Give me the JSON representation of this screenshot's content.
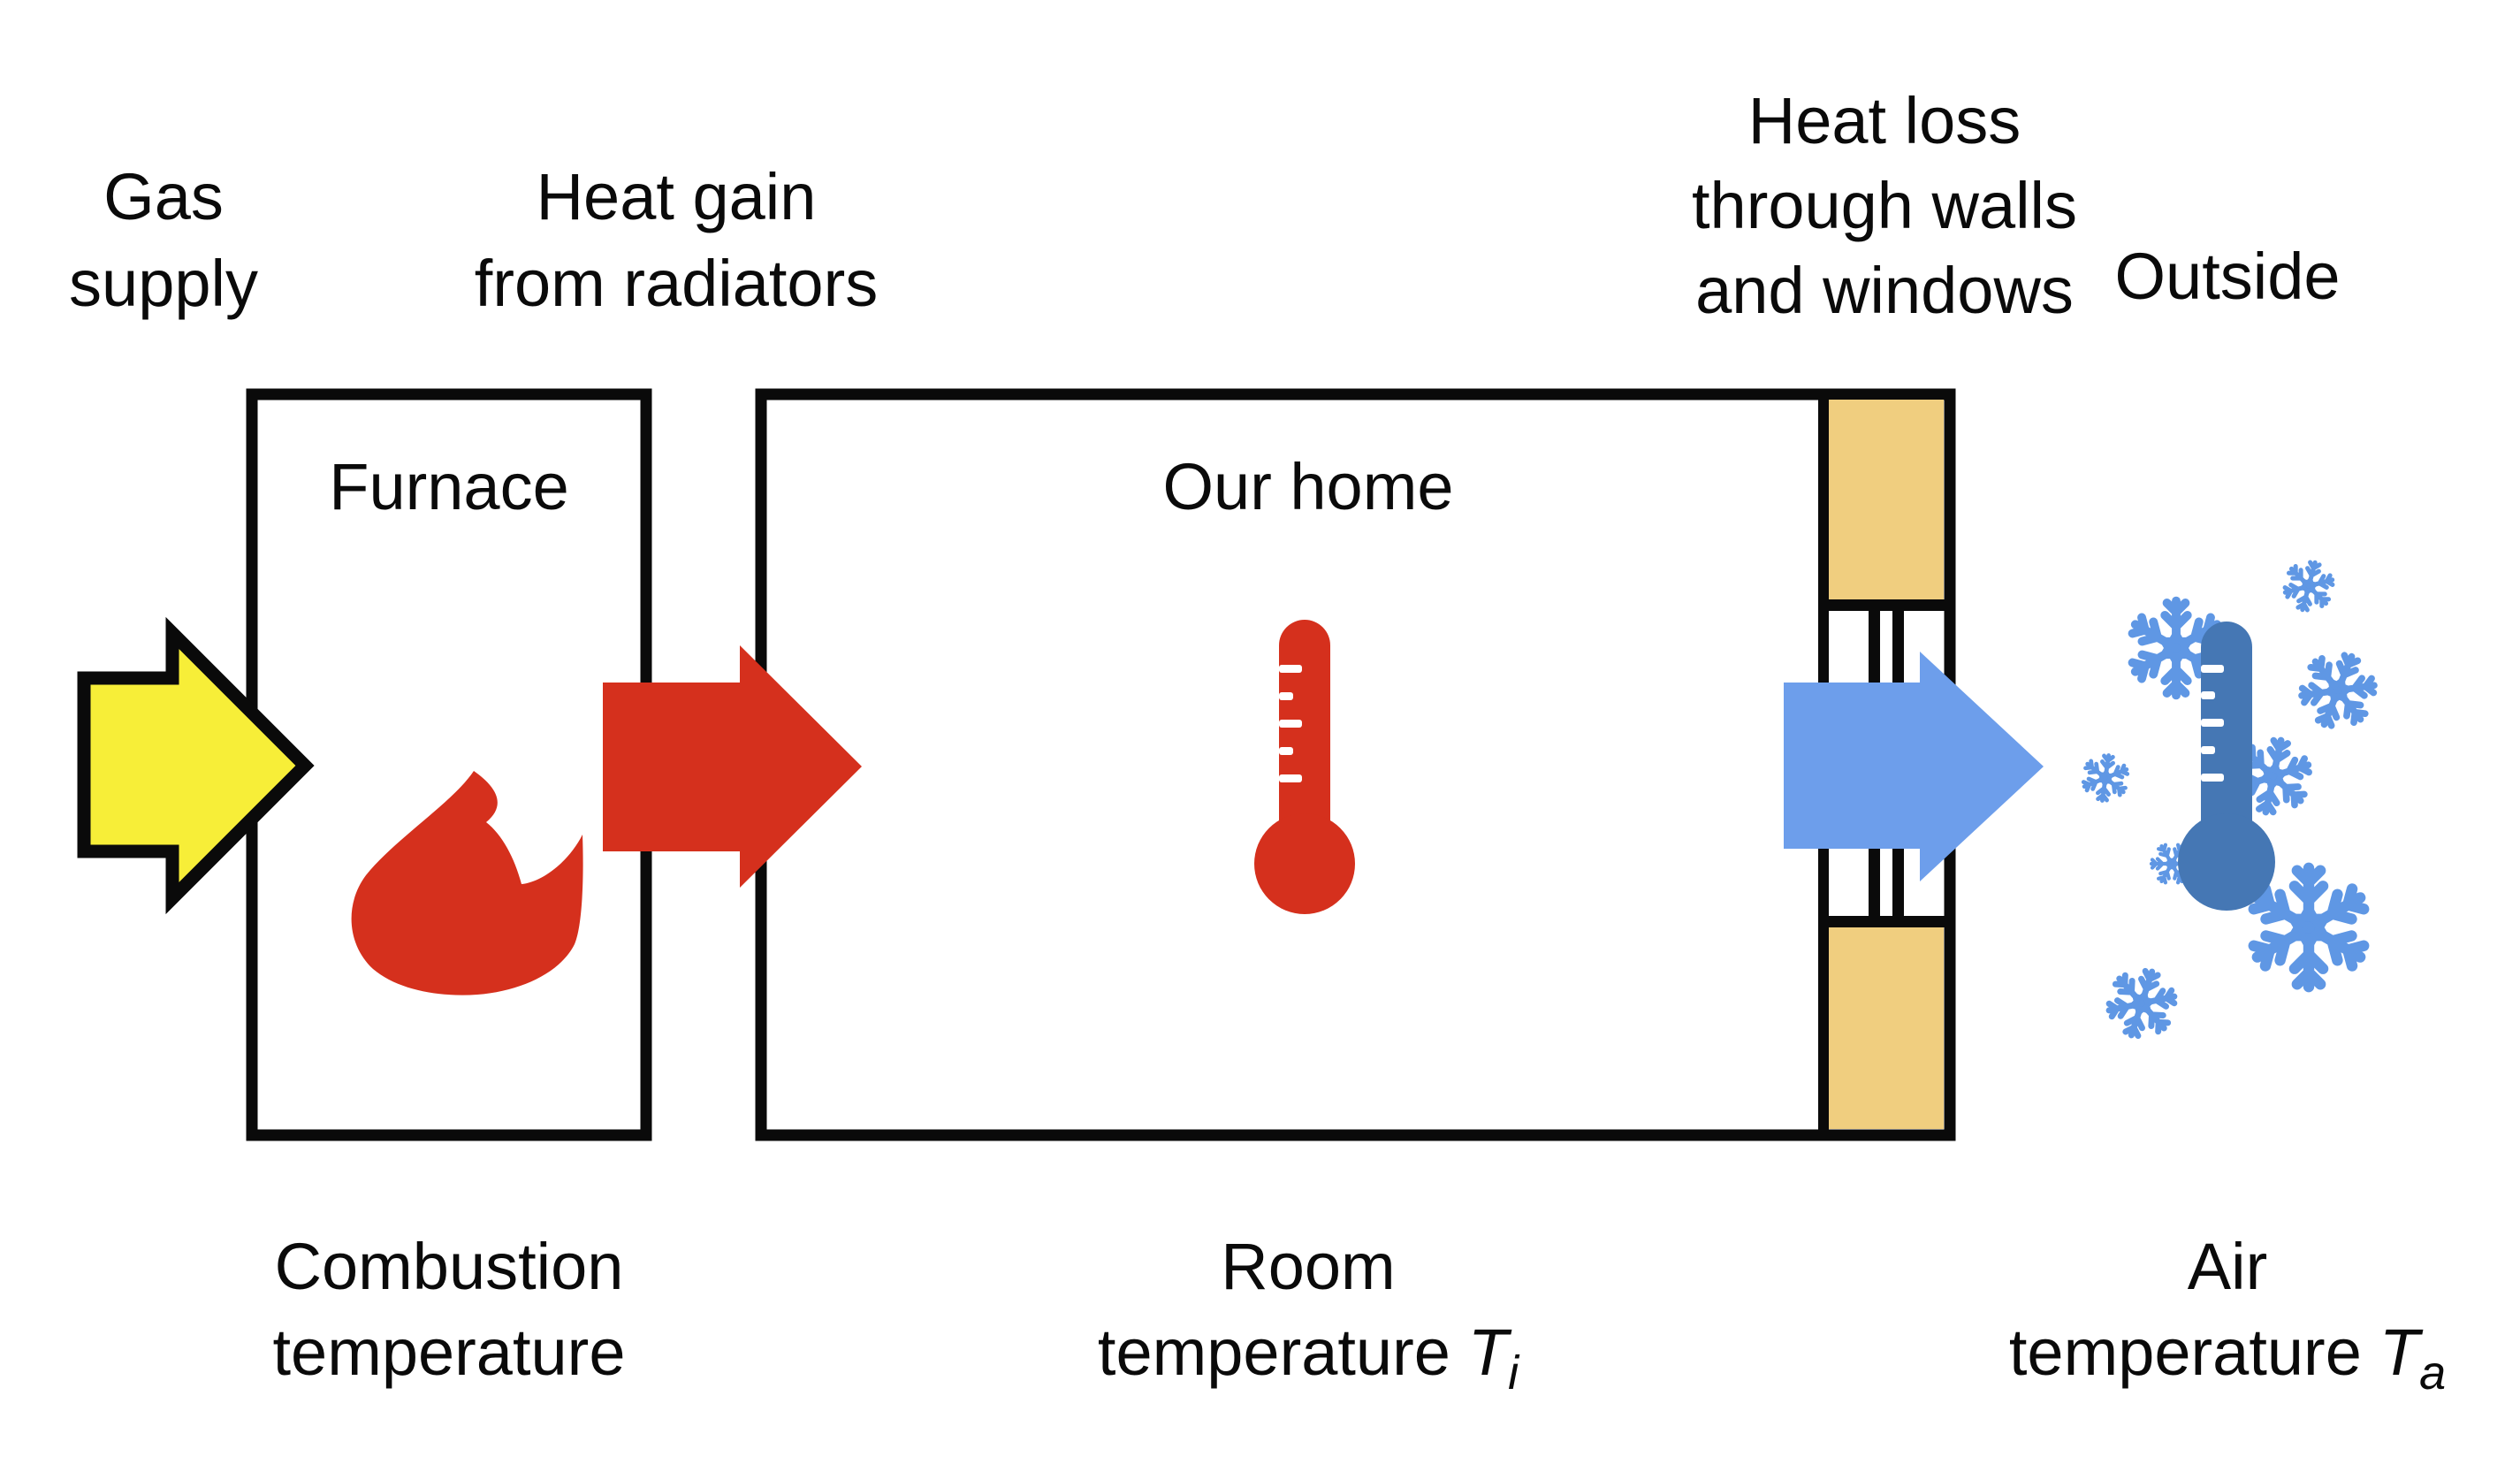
{
  "colors": {
    "red": "#D5301D",
    "yellow": "#F7EE38",
    "arrow_blue": "#6D9EEB",
    "snow_blue": "#5F97E4",
    "thermo_blue": "#4577B4",
    "wall_tan": "#F0CE7F",
    "ink": "#0A0A0A",
    "text": "#0A0A0A"
  },
  "flow_labels": {
    "gas_supply": [
      "Gas",
      "supply"
    ],
    "heat_gain": [
      "Heat gain",
      "from radiators"
    ],
    "heat_loss": [
      "Heat loss",
      "through walls",
      "and windows"
    ]
  },
  "regions": {
    "furnace": "Furnace",
    "home": "Our home",
    "outside": "Outside"
  },
  "temperature_labels": {
    "combustion": {
      "line1": "Combustion",
      "line2": "temperature"
    },
    "room": {
      "line1": "Room",
      "line2": "temperature",
      "symbol": "T",
      "subscript": "i"
    },
    "air": {
      "line1": "Air",
      "line2": "temperature",
      "symbol": "T",
      "subscript": "a"
    }
  }
}
